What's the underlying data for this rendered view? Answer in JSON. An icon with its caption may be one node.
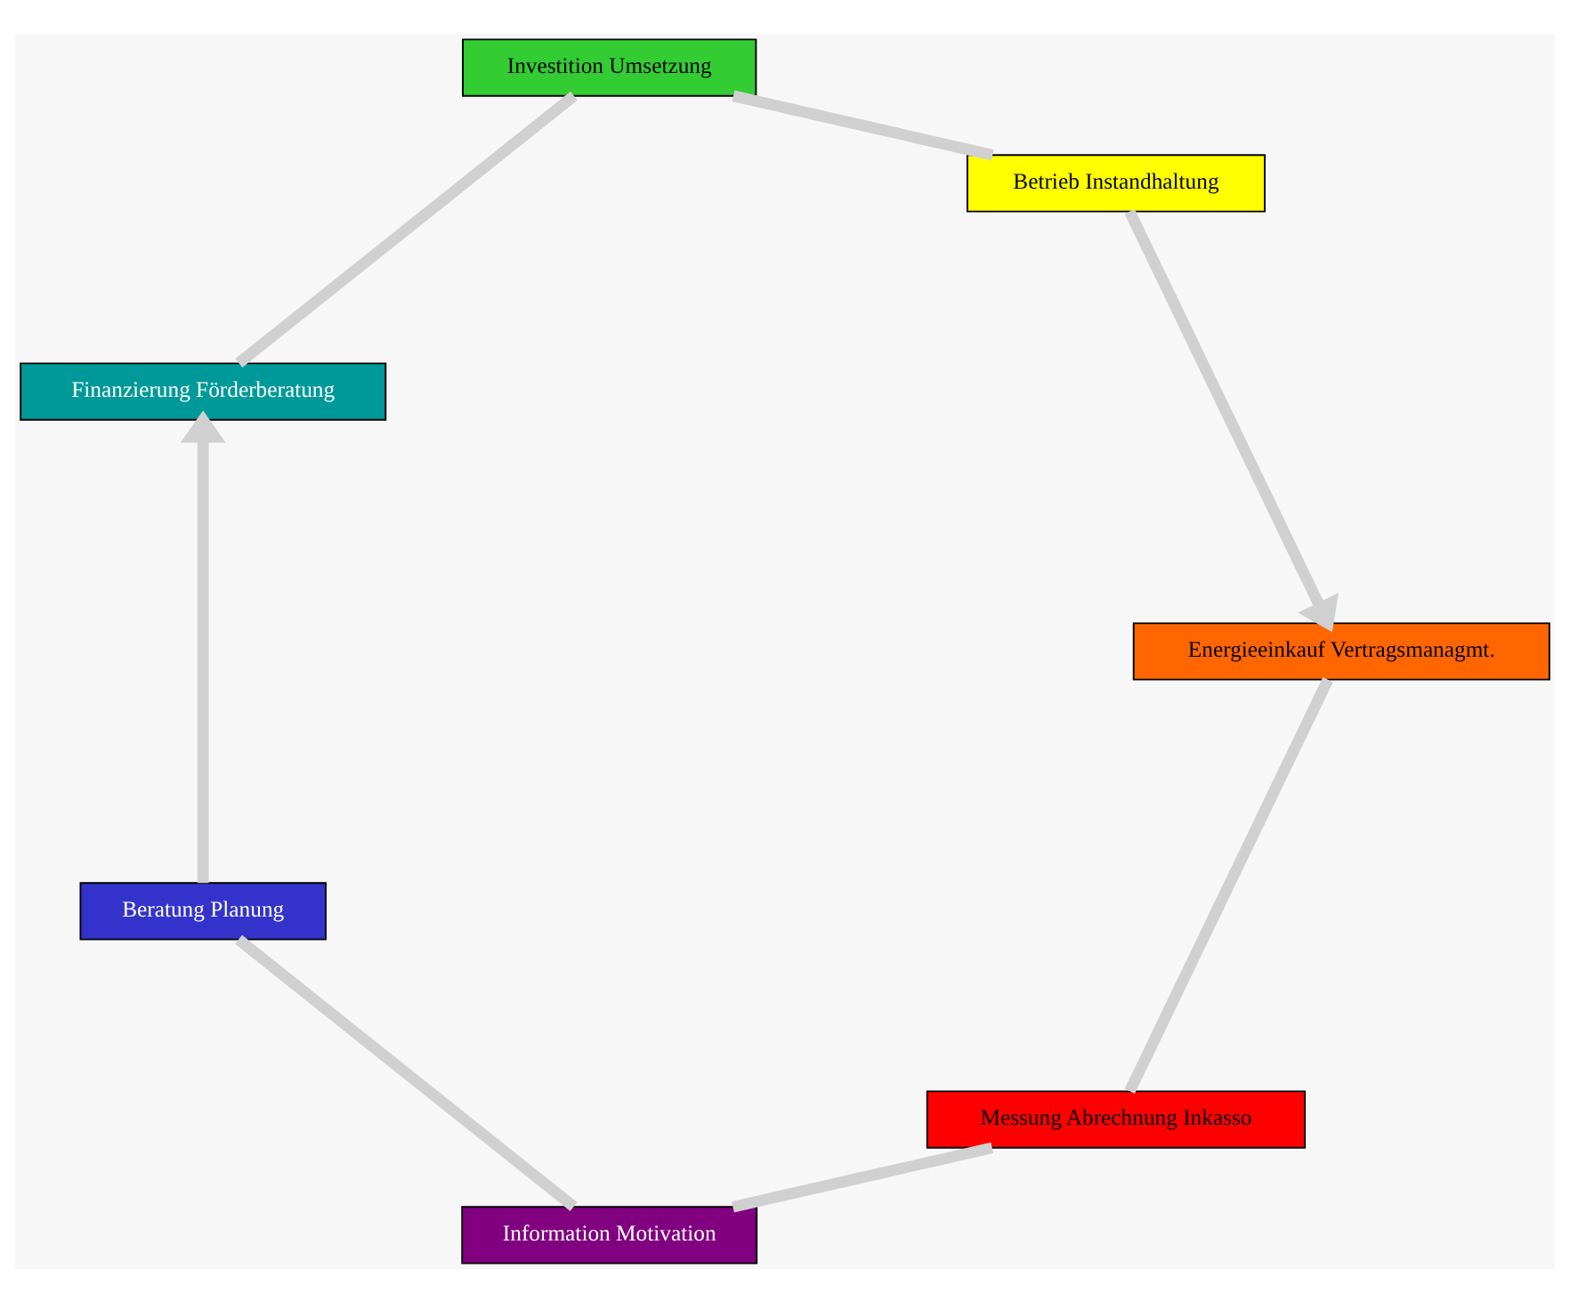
{
  "diagram": {
    "nodes": [
      {
        "text": [
          "Messung Abrechnung Inkasso"
        ]
      },
      {
        "text": [
          "Information Motivation"
        ]
      },
      {
        "text": [
          "Beratung Planung"
        ]
      },
      {
        "text": [
          "Energieeinkauf Vertragsmanagmt."
        ]
      },
      {
        "text": [
          "Finanzierung Förderberatung"
        ]
      },
      {
        "text": [
          "Betrieb Instandhaltung"
        ]
      },
      {
        "text": [
          "Investition Umsetzung"
        ]
      }
    ],
    "edges": [
      {
        "from": 3,
        "to": 0,
        "arrow": "none"
      },
      {
        "from": 0,
        "to": 1,
        "arrow": "none"
      },
      {
        "from": 1,
        "to": 2,
        "arrow": "none"
      },
      {
        "from": 2,
        "to": 4,
        "arrow": "to"
      },
      {
        "from": 4,
        "to": 6,
        "arrow": "none"
      },
      {
        "from": 6,
        "to": 5,
        "arrow": "none"
      },
      {
        "from": 5,
        "to": 3,
        "arrow": "to"
      }
    ]
  }
}
